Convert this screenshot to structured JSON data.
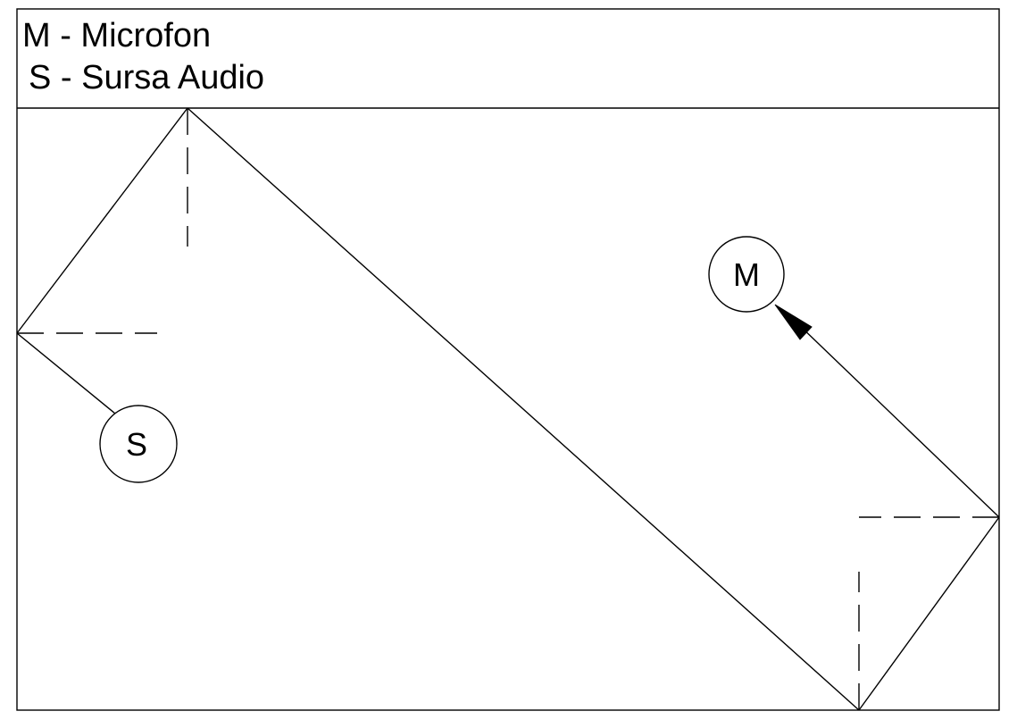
{
  "legend": {
    "line1": "M - Microfon",
    "line2": "S - Sursa Audio"
  },
  "nodes": {
    "microphone": "M",
    "source": "S"
  },
  "colors": {
    "stroke": "#000000",
    "background": "#ffffff"
  }
}
